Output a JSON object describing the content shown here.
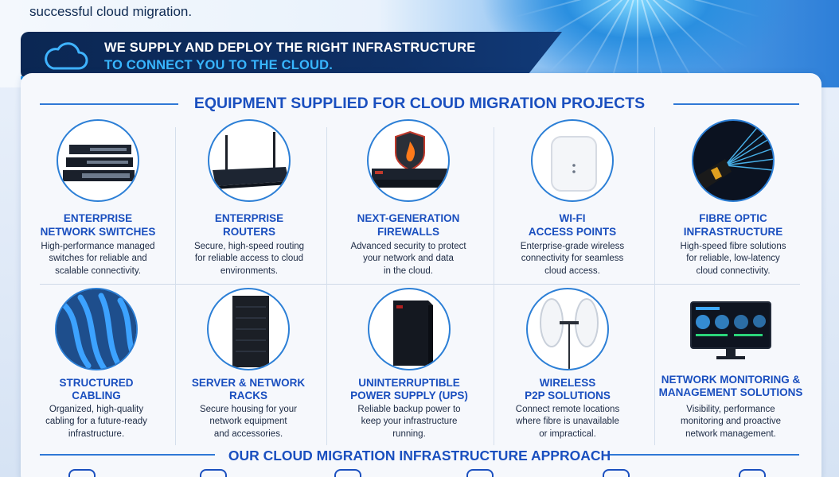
{
  "intro_text": "successful cloud migration.",
  "banner": {
    "line1": "WE SUPPLY AND DEPLOY THE RIGHT INFRASTRUCTURE",
    "line2": "TO CONNECT YOU TO THE CLOUD.",
    "icon": "cloud-icon"
  },
  "section_equipment": "EQUIPMENT SUPPLIED FOR CLOUD MIGRATION PROJECTS",
  "section_approach": "OUR CLOUD MIGRATION INFRASTRUCTURE APPROACH",
  "items": [
    {
      "title1": "ENTERPRISE",
      "title2": "NETWORK SWITCHES",
      "d1": "High-performance managed",
      "d2": "switches for reliable and",
      "d3": "scalable connectivity.",
      "icon": "network-switch-icon"
    },
    {
      "title1": "ENTERPRISE",
      "title2": "ROUTERS",
      "d1": "Secure, high-speed routing",
      "d2": "for reliable access to cloud",
      "d3": "environments.",
      "icon": "router-icon"
    },
    {
      "title1": "NEXT-GENERATION",
      "title2": "FIREWALLS",
      "d1": "Advanced security to protect",
      "d2": "your network and data",
      "d3": "in the cloud.",
      "icon": "firewall-icon"
    },
    {
      "title1": "WI-FI",
      "title2": "ACCESS POINTS",
      "d1": "Enterprise-grade wireless",
      "d2": "connectivity for seamless",
      "d3": "cloud access.",
      "icon": "access-point-icon"
    },
    {
      "title1": "FIBRE OPTIC",
      "title2": "INFRASTRUCTURE",
      "d1": "High-speed fibre solutions",
      "d2": "for reliable, low-latency",
      "d3": "cloud connectivity.",
      "icon": "fibre-cable-icon"
    },
    {
      "title1": "STRUCTURED",
      "title2": "CABLING",
      "d1": "Organized, high-quality",
      "d2": "cabling for a future-ready",
      "d3": "infrastructure.",
      "icon": "ethernet-cable-icon"
    },
    {
      "title1": "SERVER & NETWORK",
      "title2": "RACKS",
      "d1": "Secure housing for your",
      "d2": "network equipment",
      "d3": "and accessories.",
      "icon": "server-rack-icon"
    },
    {
      "title1": "UNINTERRUPTIBLE",
      "title2": "POWER SUPPLY (UPS)",
      "d1": "Reliable backup power to",
      "d2": "keep your infrastructure",
      "d3": "running.",
      "icon": "ups-icon"
    },
    {
      "title1": "WIRELESS",
      "title2": "P2P SOLUTIONS",
      "d1": "Connect remote locations",
      "d2": "where fibre is unavailable",
      "d3": "or impractical.",
      "icon": "p2p-antenna-icon"
    },
    {
      "title1": "NETWORK MONITORING &",
      "title2": "MANAGEMENT SOLUTIONS",
      "d1": "Visibility, performance",
      "d2": "monitoring and proactive",
      "d3": "network management.",
      "icon": "monitoring-dashboard-icon"
    }
  ]
}
